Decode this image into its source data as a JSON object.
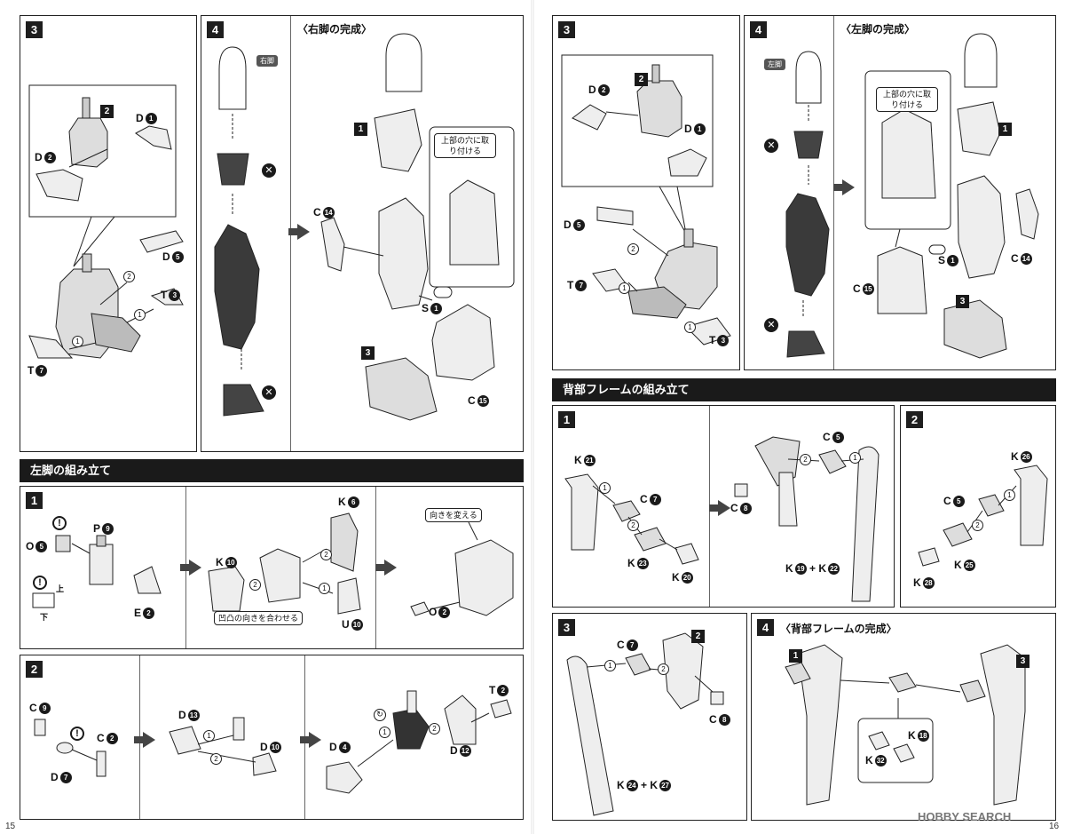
{
  "left_page": {
    "page_number": "15",
    "step3": {
      "num": "3",
      "labels": {
        "p2": "2",
        "d1_letter": "D",
        "d1_num": "1",
        "d2_letter": "D",
        "d2_num": "2",
        "d5_letter": "D",
        "d5_num": "5",
        "t3_letter": "T",
        "t3_num": "3",
        "t7_letter": "T",
        "t7_num": "7"
      },
      "order": {
        "a": "2",
        "b": "1",
        "c": "1"
      }
    },
    "step4": {
      "num": "4",
      "tag": "右脚"
    },
    "complete": {
      "title": "〈右脚の完成〉",
      "callout": "上部の穴に取り付ける",
      "sq1": "1",
      "sq3": "3",
      "c14_letter": "C",
      "c14_num": "14",
      "s1_letter": "S",
      "s1_num": "1",
      "c15_letter": "C",
      "c15_num": "15"
    },
    "section": {
      "title": "左脚の組み立て"
    },
    "sub1": {
      "num": "1",
      "o5_letter": "O",
      "o5_num": "5",
      "p9_letter": "P",
      "p9_num": "9",
      "e2_letter": "E",
      "e2_num": "2",
      "up": "上",
      "down": "下",
      "k6_letter": "K",
      "k6_num": "6",
      "k10_letter": "K",
      "k10_num": "10",
      "u10_letter": "U",
      "u10_num": "10",
      "callout_align": "凹凸の向きを合わせる",
      "callout_turn": "向きを変える",
      "o2_letter": "O",
      "o2_num": "2",
      "order": {
        "a": "2",
        "b": "2",
        "c": "1"
      }
    },
    "sub2": {
      "num": "2",
      "c9_letter": "C",
      "c9_num": "9",
      "c2_letter": "C",
      "c2_num": "2",
      "d7_letter": "D",
      "d7_num": "7",
      "d13_letter": "D",
      "d13_num": "13",
      "d10_letter": "D",
      "d10_num": "10",
      "t2_letter": "T",
      "t2_num": "2",
      "d4_letter": "D",
      "d4_num": "4",
      "d12_letter": "D",
      "d12_num": "12",
      "order": {
        "a": "1",
        "b": "2",
        "c": "1",
        "d": "2"
      }
    }
  },
  "right_page": {
    "page_number": "16",
    "step3": {
      "num": "3",
      "labels": {
        "p2": "2",
        "d2_letter": "D",
        "d2_num": "2",
        "d1_letter": "D",
        "d1_num": "1",
        "d5_letter": "D",
        "d5_num": "5",
        "t7_letter": "T",
        "t7_num": "7",
        "t3_letter": "T",
        "t3_num": "3"
      },
      "order": {
        "a": "2",
        "b": "1",
        "c": "1"
      }
    },
    "step4": {
      "num": "4",
      "tag": "左脚"
    },
    "complete": {
      "title": "〈左脚の完成〉",
      "callout": "上部の穴に取り付ける",
      "sq1": "1",
      "sq3": "3",
      "s1_letter": "S",
      "s1_num": "1",
      "c14_letter": "C",
      "c14_num": "14",
      "c15_letter": "C",
      "c15_num": "15"
    },
    "section": {
      "title": "背部フレームの組み立て"
    },
    "back1": {
      "num": "1",
      "k21_letter": "K",
      "k21_num": "21",
      "c7_letter": "C",
      "c7_num": "7",
      "k23_letter": "K",
      "k23_num": "23",
      "k20_letter": "K",
      "k20_num": "20",
      "c5_letter": "C",
      "c5_num": "5",
      "c8_letter": "C",
      "c8_num": "8",
      "k19_letter": "K",
      "k19_num": "19",
      "plus": "+",
      "k22_letter": "K",
      "k22_num": "22",
      "order": {
        "a": "1",
        "b": "2",
        "c": "2",
        "d": "1"
      }
    },
    "back2": {
      "num": "2",
      "k26_letter": "K",
      "k26_num": "26",
      "c5_letter": "C",
      "c5_num": "5",
      "k25_letter": "K",
      "k25_num": "25",
      "k28_letter": "K",
      "k28_num": "28",
      "order": {
        "a": "1",
        "b": "2"
      }
    },
    "back3": {
      "num": "3",
      "sq2": "2",
      "c7_letter": "C",
      "c7_num": "7",
      "c8_letter": "C",
      "c8_num": "8",
      "k24_letter": "K",
      "k24_num": "24",
      "plus": "+",
      "k27_letter": "K",
      "k27_num": "27",
      "order": {
        "a": "1",
        "b": "2"
      }
    },
    "back4": {
      "num": "4",
      "title": "〈背部フレームの完成〉",
      "sq1": "1",
      "sq3": "3",
      "k18_letter": "K",
      "k18_num": "18",
      "k32_letter": "K",
      "k32_num": "32"
    }
  },
  "watermark": "HOBBY SEARCH"
}
